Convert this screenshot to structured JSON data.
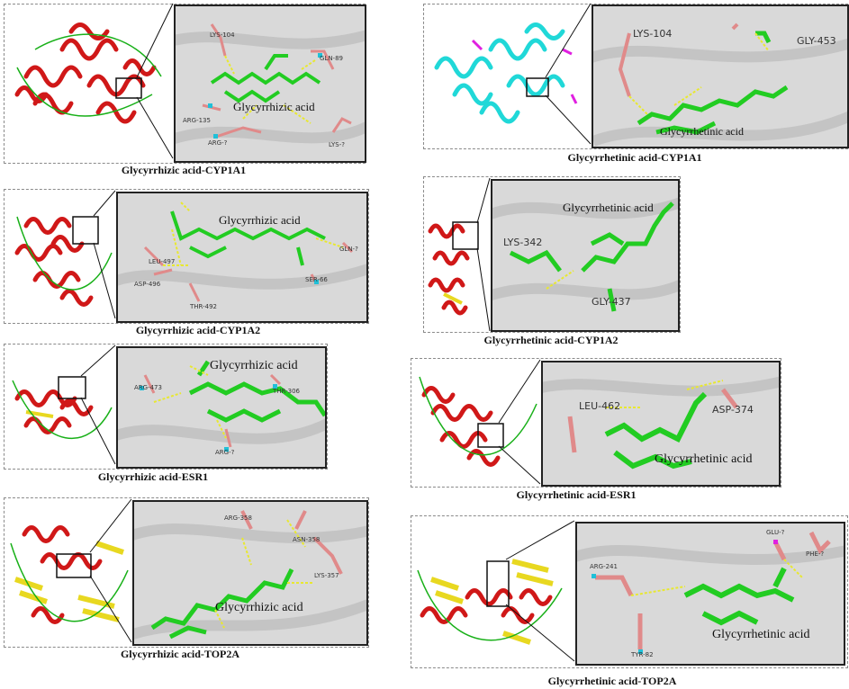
{
  "panels": [
    {
      "id": "p1",
      "caption": "Glycyrrhizic acid-CYP1A1",
      "ligand": "Glycyrrhizic acid",
      "residues": [
        "LYS-104",
        "GLN-89",
        "ARG-135",
        "ARG-?",
        "LYS-?"
      ]
    },
    {
      "id": "p2",
      "caption": "Glycyrrhetinic acid-CYP1A1",
      "ligand": "Glycyrrhetinic acid",
      "residues": [
        "LYS-104",
        "GLY-453"
      ]
    },
    {
      "id": "p3",
      "caption": "Glycyrrhizic acid-CYP1A2",
      "ligand": "Glycyrrhizic acid",
      "residues": [
        "LEU-497",
        "ASP-496",
        "THR-492",
        "SER-66",
        "GLN-?"
      ]
    },
    {
      "id": "p4",
      "caption": "Glycyrrhetinic acid-CYP1A2",
      "ligand": "Glycyrrhetinic acid",
      "residues": [
        "LYS-342",
        "GLY-437"
      ]
    },
    {
      "id": "p5",
      "caption": "Glycyrrhizic acid-ESR1",
      "ligand": "Glycyrrhizic acid",
      "residues": [
        "ARG-473",
        "THR-306",
        "ARG-?"
      ]
    },
    {
      "id": "p6",
      "caption": "Glycyrrhetinic acid-ESR1",
      "ligand": "Glycyrrhetinic acid",
      "residues": [
        "LEU-462",
        "ASP-374"
      ]
    },
    {
      "id": "p7",
      "caption": "Glycyrrhizic acid-TOP2A",
      "ligand": "Glycyrrhizic acid",
      "residues": [
        "ARG-358",
        "ASN-358",
        "LYS-357"
      ]
    },
    {
      "id": "p8",
      "caption": "Glycyrrhetinic acid-TOP2A",
      "ligand": "Glycyrrhetinic acid",
      "residues": [
        "ARG-241",
        "GLU-?",
        "PHE-?",
        "TYR-82"
      ]
    }
  ],
  "colors": {
    "helix": "#d01818",
    "sheet": "#e8d820",
    "loop": "#18b018",
    "ligand": "#22cc22",
    "residue": "#e08a8a",
    "nitrogen": "#20c0d8",
    "oxygen": "#e02020",
    "hbond": "#e8e830",
    "cyan_protein": "#20d8d8",
    "magenta": "#e020e0"
  }
}
